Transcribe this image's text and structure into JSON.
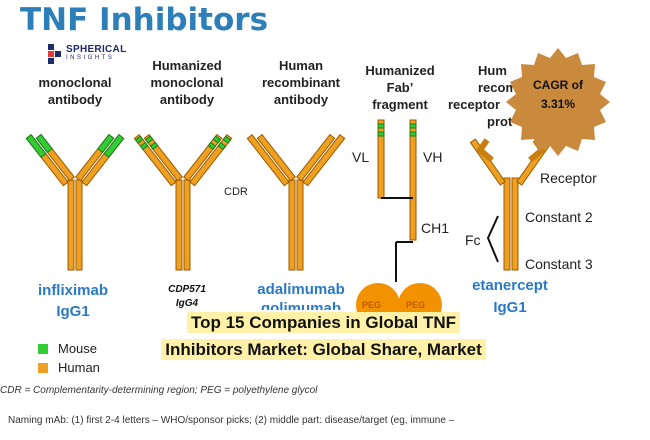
{
  "title": "TNF Inhibitors",
  "logo": {
    "line1": "SPHERICAL",
    "line2": "INSIGHTS"
  },
  "antibodies": [
    {
      "label1": "",
      "label2": "monoclonal",
      "label3": "antibody",
      "drug": "infliximab",
      "sub": "IgG1"
    },
    {
      "label1": "Humanized",
      "label2": "monoclonal",
      "label3": "antibody",
      "drug": "CDP571",
      "sub": "IgG4"
    },
    {
      "label1": "Human",
      "label2": "recombinant",
      "label3": "antibody",
      "drug": "adalimumab",
      "sub": "golimumab"
    },
    {
      "label1": "Humanized",
      "label2": "Fab’",
      "label3": "fragment",
      "drug": "",
      "sub": ""
    },
    {
      "label1": "Hum",
      "label2": "recom",
      "label3": "receptor",
      "label4": "prot",
      "drug": "etanercept",
      "sub": "IgG1"
    }
  ],
  "annotations": {
    "cdr": "CDR",
    "vl": "VL",
    "vh": "VH",
    "ch1": "CH1",
    "fc": "Fc",
    "receptor": "Receptor",
    "constant2": "Constant 2",
    "constant3": "Constant 3",
    "peg": "PEG"
  },
  "legend": [
    {
      "label": "Mouse",
      "color": "#22cc22"
    },
    {
      "label": "Human",
      "color": "#f5a623"
    }
  ],
  "caption": "CDR = Complementarity-determining region; PEG = polyethylene glycol",
  "naming": "Naming mAb: (1) first 2-4 letters – WHO/sponsor picks; (2) middle part: disease/target (eg, immune –",
  "badge": {
    "line1": "CAGR of",
    "line2": "3.31%",
    "color": "#c98a3d"
  },
  "banner": "Top 15 Companies in Global TNF Inhibitors Market: Global Share, Market",
  "colors": {
    "human": "#f0a020",
    "mouse": "#33cc33",
    "title": "#2c7fb8"
  }
}
